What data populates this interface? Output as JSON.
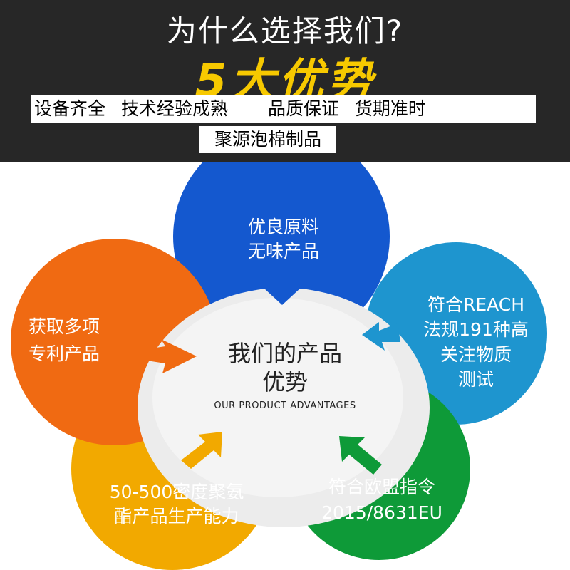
{
  "header": {
    "title": "为什么选择我们?",
    "subtitle": "5大优势",
    "tagline_parts": [
      "设备齐全",
      "技术经验成熟",
      "品质保证",
      "货期准时"
    ],
    "brand": "聚源泡棉制品"
  },
  "center": {
    "title_line1": "我们的产品",
    "title_line2": "优势",
    "english": "OUR PRODUCT ADVANTAGES"
  },
  "petals": [
    {
      "id": "top",
      "color": "#1458cf",
      "lines": [
        "优良原料",
        "无味产品"
      ]
    },
    {
      "id": "right",
      "color": "#1e95cf",
      "lines": [
        "符合REACH",
        "法规191种高",
        "关注物质",
        "测试"
      ]
    },
    {
      "id": "bottom-right",
      "color": "#0e9a38",
      "lines": [
        "符合欧盟指令",
        "2015/8631EU"
      ]
    },
    {
      "id": "bottom-left",
      "color": "#f2a900",
      "lines": [
        "50-500密度聚氨",
        "酯产品生产能力"
      ]
    },
    {
      "id": "left",
      "color": "#f06a12",
      "lines": [
        "获取多项",
        "专利产品"
      ]
    }
  ],
  "colors": {
    "banner": "#272727",
    "accent": "#f7c900",
    "hub": "#ececec"
  }
}
